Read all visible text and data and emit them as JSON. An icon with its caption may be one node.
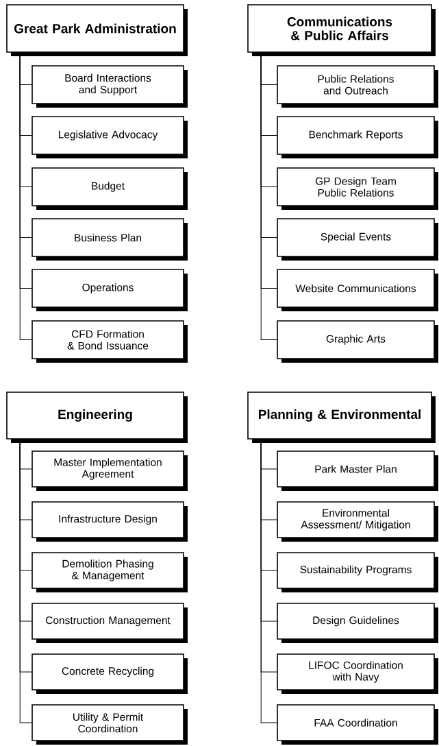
{
  "diagram": {
    "nodes": [
      {
        "text": [
          "Great Park Administration"
        ]
      },
      {
        "text": [
          "Board Interactions and Support"
        ]
      },
      {
        "text": [
          "Legislative Advocacy"
        ]
      },
      {
        "text": [
          "Budget"
        ]
      },
      {
        "text": [
          "Business Plan"
        ]
      },
      {
        "text": [
          "Operations"
        ]
      },
      {
        "text": [
          "CFD Formation & Bond Issuance"
        ]
      },
      {
        "text": [
          "Communications & Public Affairs"
        ]
      },
      {
        "text": [
          "Public Relations and Outreach"
        ]
      },
      {
        "text": [
          "Benchmark Reports"
        ]
      },
      {
        "text": [
          "GP Design Team Public Relations"
        ]
      },
      {
        "text": [
          "Special Events"
        ]
      },
      {
        "text": [
          "Website Communications"
        ]
      },
      {
        "text": [
          "Graphic Arts"
        ]
      },
      {
        "text": [
          "Engineering"
        ]
      },
      {
        "text": [
          "Master Implementation Agreement"
        ]
      },
      {
        "text": [
          "Infrastructure Design"
        ]
      },
      {
        "text": [
          "Demolition Phasing & Management"
        ]
      },
      {
        "text": [
          "Construction Management"
        ]
      },
      {
        "text": [
          "Concrete Recycling"
        ]
      },
      {
        "text": [
          "Utility & Permit Coordination"
        ]
      },
      {
        "text": [
          "Planning & Environmental"
        ]
      },
      {
        "text": [
          "Park Master Plan"
        ]
      },
      {
        "text": [
          "Environmental Assessment/ Mitigation"
        ]
      },
      {
        "text": [
          "Sustainability Programs"
        ]
      },
      {
        "text": [
          "Design Guidelines"
        ]
      },
      {
        "text": [
          "LIFOC Coordination with Navy"
        ]
      },
      {
        "text": [
          "FAA Coordination"
        ]
      }
    ],
    "edges": [
      {
        "from": 0,
        "to": 1,
        "arrow": "none"
      },
      {
        "from": 0,
        "to": 2,
        "arrow": "none"
      },
      {
        "from": 0,
        "to": 3,
        "arrow": "none"
      },
      {
        "from": 0,
        "to": 4,
        "arrow": "none"
      },
      {
        "from": 0,
        "to": 5,
        "arrow": "none"
      },
      {
        "from": 0,
        "to": 6,
        "arrow": "none"
      },
      {
        "from": 7,
        "to": 8,
        "arrow": "none"
      },
      {
        "from": 7,
        "to": 9,
        "arrow": "none"
      },
      {
        "from": 7,
        "to": 10,
        "arrow": "none"
      },
      {
        "from": 7,
        "to": 11,
        "arrow": "none"
      },
      {
        "from": 7,
        "to": 12,
        "arrow": "none"
      },
      {
        "from": 7,
        "to": 13,
        "arrow": "none"
      },
      {
        "from": 14,
        "to": 15,
        "arrow": "none"
      },
      {
        "from": 14,
        "to": 16,
        "arrow": "none"
      },
      {
        "from": 14,
        "to": 17,
        "arrow": "none"
      },
      {
        "from": 14,
        "to": 18,
        "arrow": "none"
      },
      {
        "from": 14,
        "to": 19,
        "arrow": "none"
      },
      {
        "from": 14,
        "to": 20,
        "arrow": "none"
      },
      {
        "from": 21,
        "to": 22,
        "arrow": "none"
      },
      {
        "from": 21,
        "to": 23,
        "arrow": "none"
      },
      {
        "from": 21,
        "to": 24,
        "arrow": "none"
      },
      {
        "from": 21,
        "to": 25,
        "arrow": "none"
      },
      {
        "from": 21,
        "to": 26,
        "arrow": "none"
      },
      {
        "from": 21,
        "to": 27,
        "arrow": "none"
      }
    ]
  }
}
